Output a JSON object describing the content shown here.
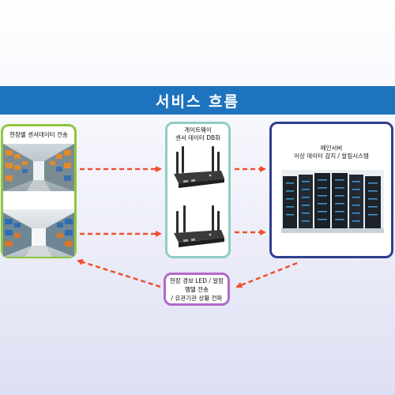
{
  "header": {
    "title": "서비스 흐름"
  },
  "field_box": {
    "label": "현장별 센서데이터 전송"
  },
  "gateway_box": {
    "line1": "게이트웨이",
    "line2": "센서 데이터 DB화"
  },
  "server_box": {
    "line1": "메인서버",
    "line2": "이상 데이터 감지 / 알림시스템"
  },
  "alarm_box": {
    "line1": "현장 경보 LED / 알람",
    "line2": "멤텔 전송",
    "line3": "/ 유관기관 상황 전파"
  },
  "colors": {
    "banner": "#1e73be",
    "field_border": "#8cc63f",
    "gateway_border": "#8fcdc6",
    "server_border": "#2e3f8f",
    "alarm_border": "#b169c9",
    "arrow": "#f04e2f"
  }
}
